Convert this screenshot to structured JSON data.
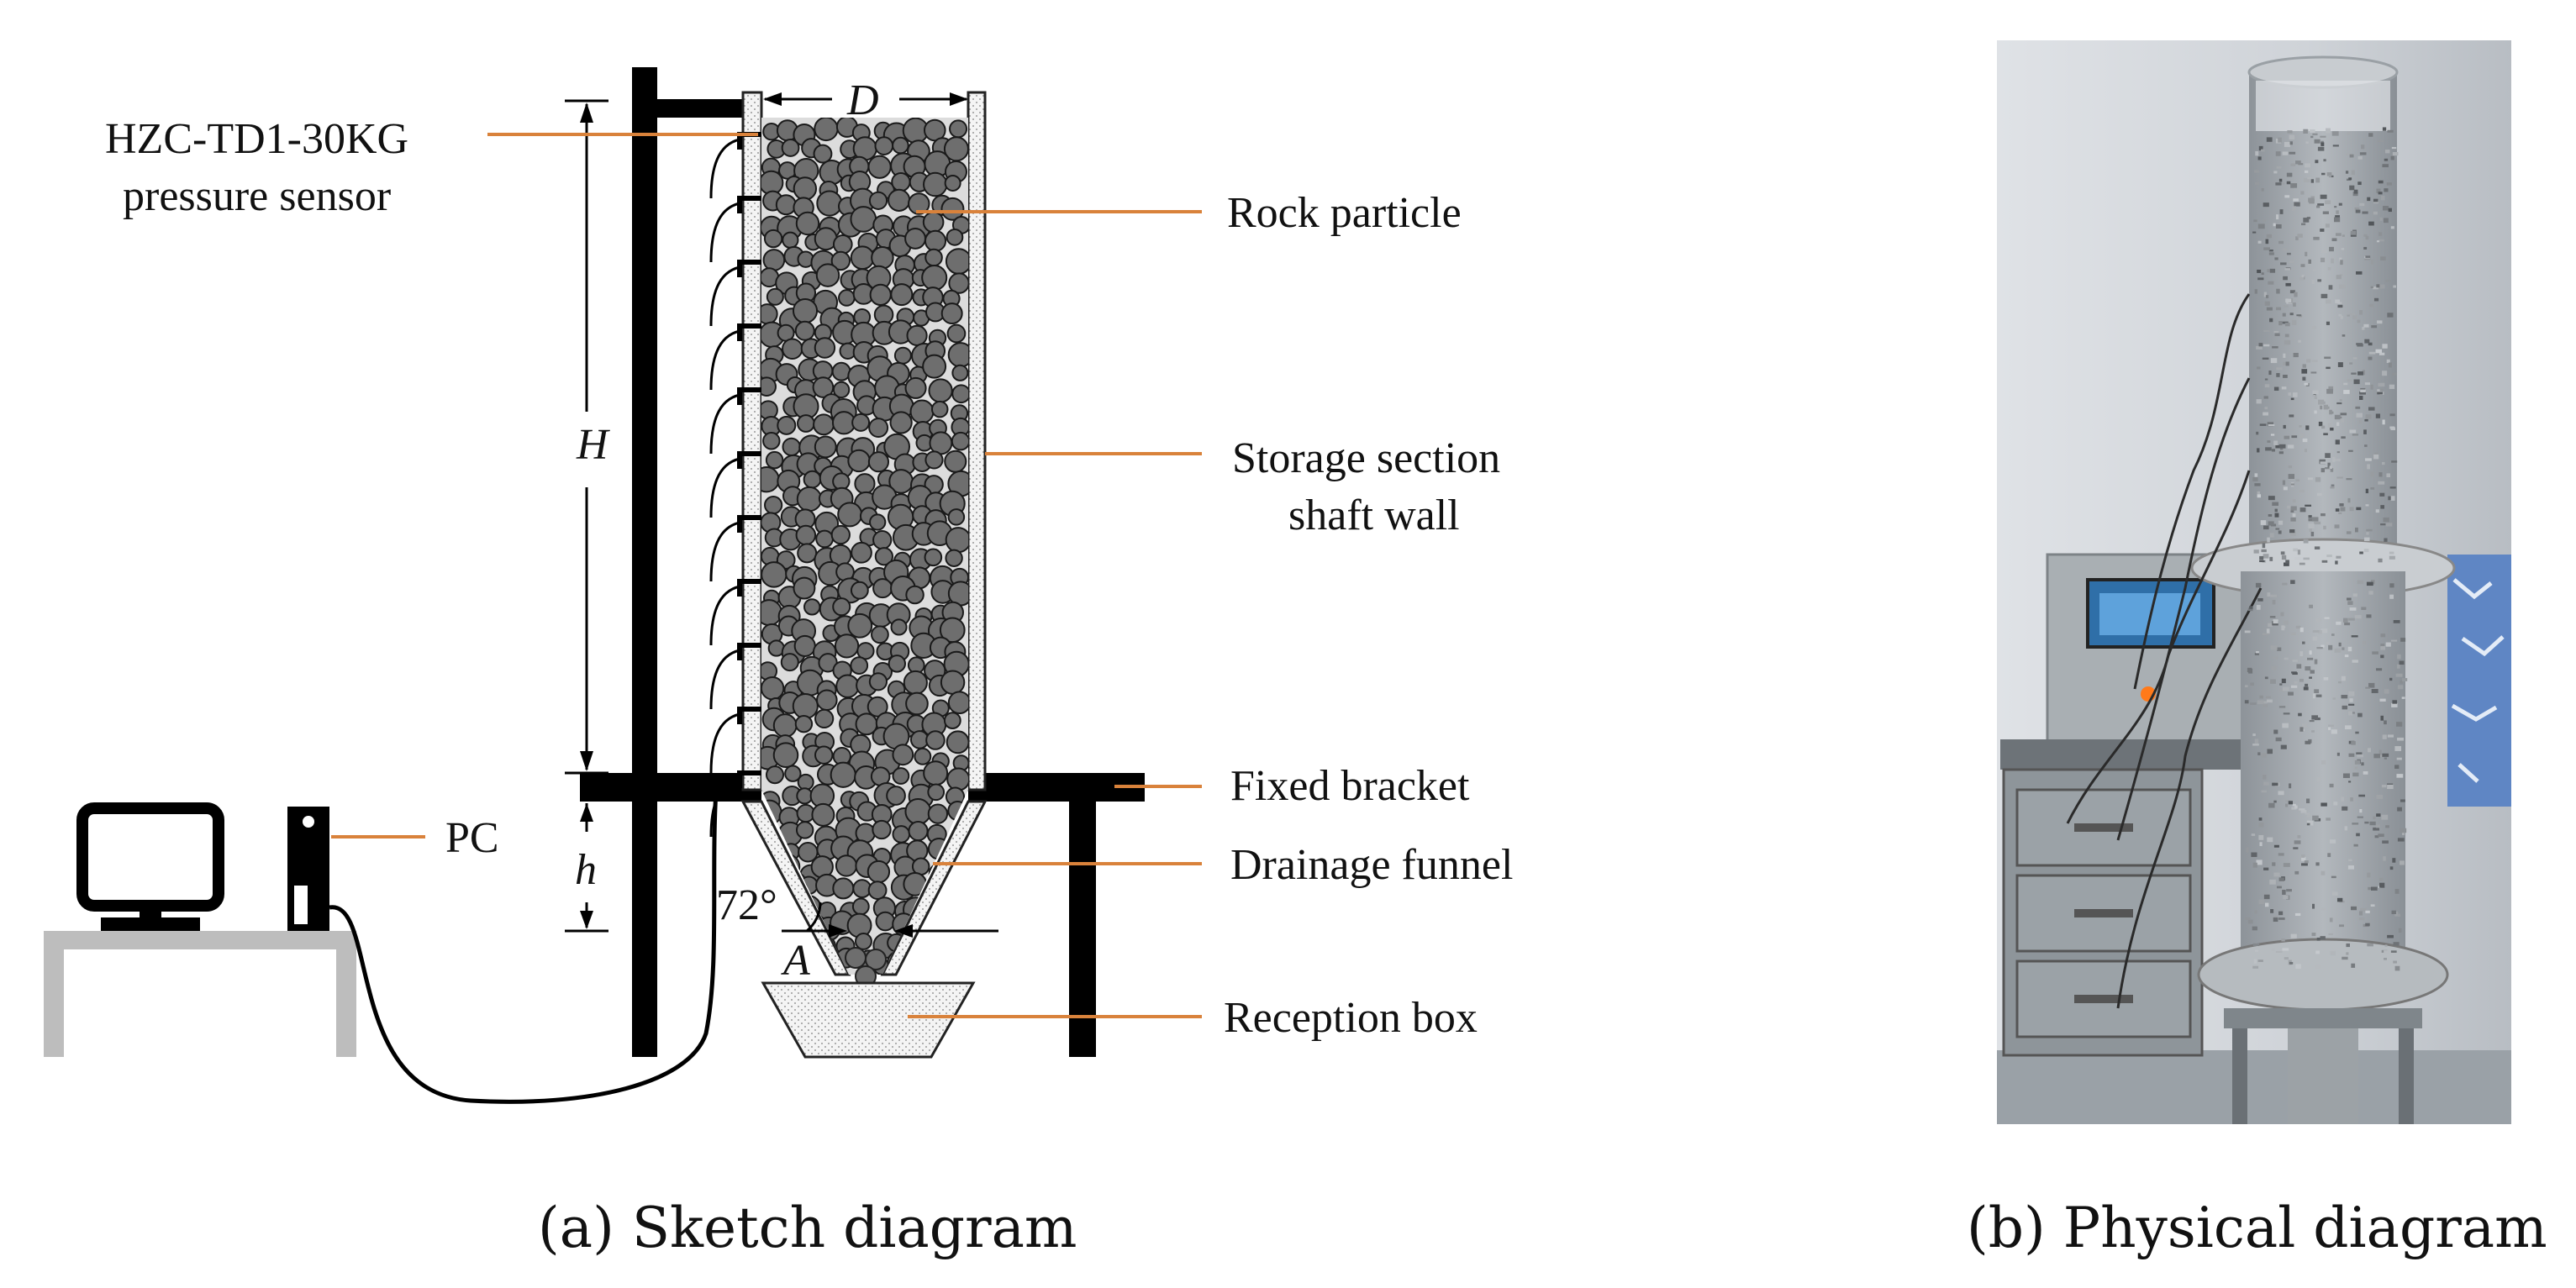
{
  "sketch": {
    "labels": {
      "sensor_line1": "HZC-TD1-30KG",
      "sensor_line2": "pressure sensor",
      "rock_particle": "Rock particle",
      "storage_line1": "Storage section",
      "storage_line2": "shaft wall",
      "fixed_bracket": "Fixed bracket",
      "drainage_funnel": "Drainage funnel",
      "reception_box": "Reception box",
      "pc": "PC"
    },
    "dimensions": {
      "diameter": "D",
      "height_storage": "H",
      "height_funnel": "h",
      "angle": "72°",
      "outlet": "A"
    },
    "caption": "(a) Sketch diagram"
  },
  "photo": {
    "caption": "(b) Physical diagram"
  },
  "colors": {
    "leader": "#d9823b",
    "particle": "#6e6e6e",
    "table": "#bdbdbd"
  }
}
